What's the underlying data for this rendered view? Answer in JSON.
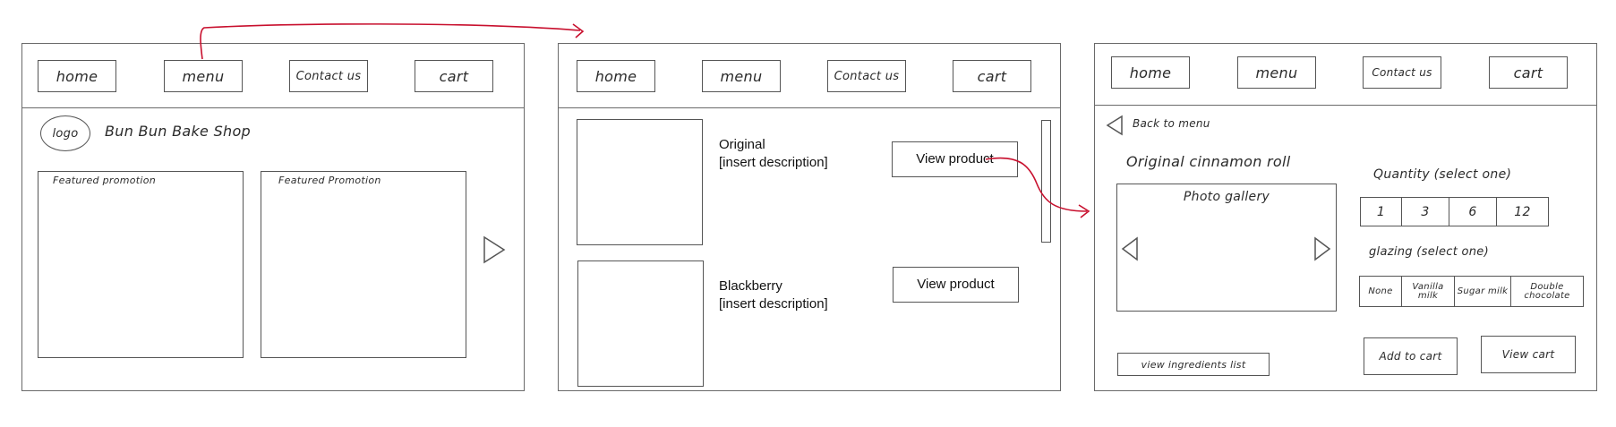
{
  "nav": {
    "home": "home",
    "menu": "menu",
    "contact": "Contact us",
    "cart": "cart"
  },
  "home_page": {
    "logo": "logo",
    "shop_name": "Bun Bun Bake Shop",
    "promotions": [
      "Featured promotion",
      "Featured Promotion"
    ]
  },
  "menu_page": {
    "products": [
      {
        "name": "Original",
        "description": "[insert description]",
        "button": "View product"
      },
      {
        "name": "Blackberry",
        "description": "[insert description]",
        "button": "View product"
      }
    ]
  },
  "product_page": {
    "back": "Back to menu",
    "title": "Original cinnamon roll",
    "gallery": "Photo gallery",
    "quantity_label": "Quantity (select one)",
    "quantities": [
      "1",
      "3",
      "6",
      "12"
    ],
    "glazing_label": "glazing (select one)",
    "glazings": [
      "None",
      "Vanilla milk",
      "Sugar milk",
      "Double chocolate"
    ],
    "ingredients": "view ingredients list",
    "add_to_cart": "Add to cart",
    "view_cart": "View cart"
  },
  "colors": {
    "annotation_arrow": "#c8102e",
    "sketch_line": "#555555"
  }
}
